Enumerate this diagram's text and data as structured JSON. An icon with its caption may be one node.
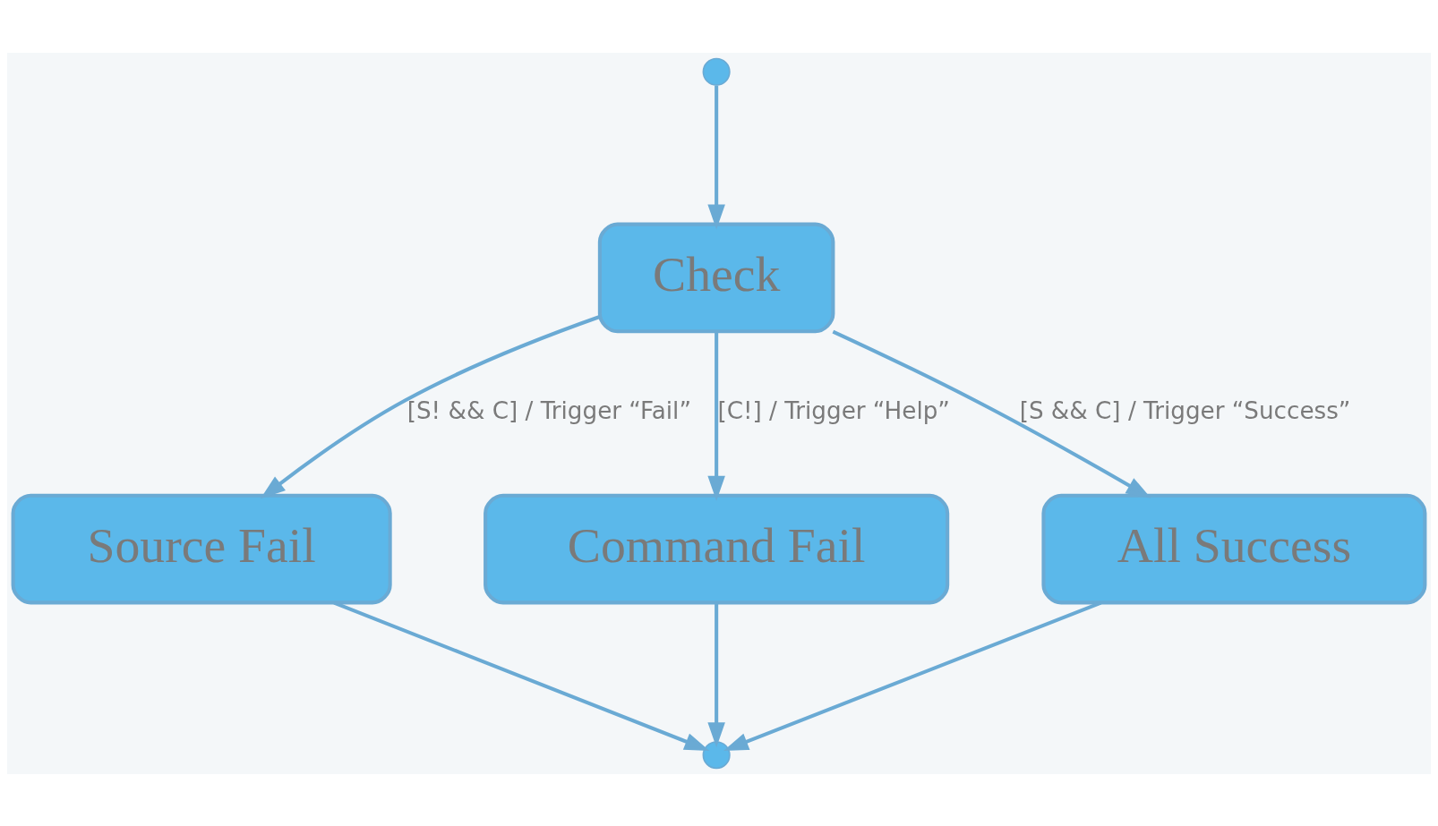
{
  "diagram": {
    "nodes": [
      {
        "text": [],
        "shape": "circle"
      },
      {
        "text": [
          "Check"
        ]
      },
      {
        "text": [
          "Source Fail"
        ]
      },
      {
        "text": [
          "Command Fail"
        ]
      },
      {
        "text": [
          "All Success"
        ]
      },
      {
        "text": [],
        "shape": "circle"
      }
    ],
    "edges": [
      {
        "from": 0,
        "to": 1,
        "arrow": "to"
      },
      {
        "from": 1,
        "to": 2,
        "arrow": "to",
        "label": "[S! && C] / Trigger “Fail”"
      },
      {
        "from": 1,
        "to": 3,
        "arrow": "to",
        "label": "[C!] / Trigger “Help”"
      },
      {
        "from": 1,
        "to": 4,
        "arrow": "to",
        "label": "[S && C] / Trigger “Success”"
      },
      {
        "from": 2,
        "to": 5,
        "arrow": "to"
      },
      {
        "from": 3,
        "to": 5,
        "arrow": "to"
      },
      {
        "from": 4,
        "to": 5,
        "arrow": "to"
      }
    ]
  }
}
